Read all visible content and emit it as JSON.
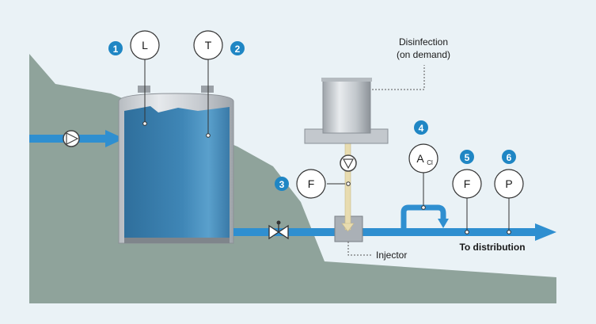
{
  "instruments": [
    {
      "number": "1",
      "symbol": "L"
    },
    {
      "number": "2",
      "symbol": "T"
    },
    {
      "number": "3",
      "symbol": "F"
    },
    {
      "number": "4",
      "symbol": "A",
      "subscript": "Cl"
    },
    {
      "number": "5",
      "symbol": "F"
    },
    {
      "number": "6",
      "symbol": "P"
    }
  ],
  "labels": {
    "disinfection_line1": "Disinfection",
    "disinfection_line2": "(on demand)",
    "injector": "Injector",
    "to_distribution": "To distribution"
  },
  "colors": {
    "background": "#eaf2f6",
    "hill": "#8fa39b",
    "pipe": "#2f8fd0",
    "water": "#3f86b6",
    "badge": "#1f86c4",
    "dosing_line": "#e8dcb0"
  }
}
